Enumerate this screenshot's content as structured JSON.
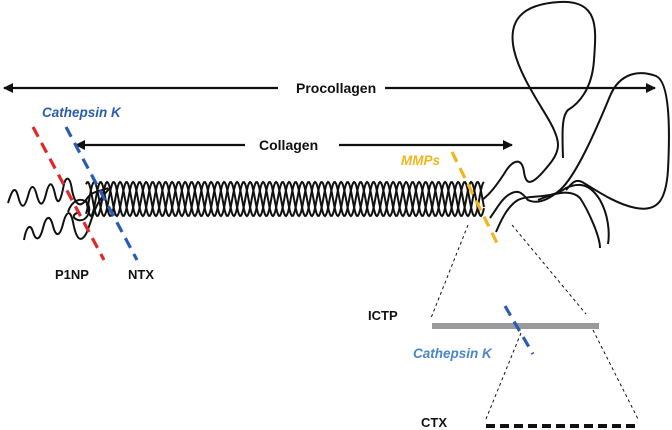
{
  "diagram": {
    "spans": {
      "procollagen": "Procollagen",
      "collagen": "Collagen"
    },
    "enzymes": {
      "cathepsin_k_top": "Cathepsin K",
      "mmps": "MMPs",
      "cathepsin_k_bottom": "Cathepsin K"
    },
    "markers": {
      "p1np": "P1NP",
      "ntx": "NTX",
      "ictp": "ICTP",
      "ctx": "CTX"
    },
    "colors": {
      "p1np_cut": "#e02828",
      "cathepsin_k": "#2a5db0",
      "cathepsin_k_text": "#4a86c8",
      "mmps": "#f2b51c",
      "ictp_bar": "#9a9a9a",
      "ink": "#111111"
    }
  }
}
